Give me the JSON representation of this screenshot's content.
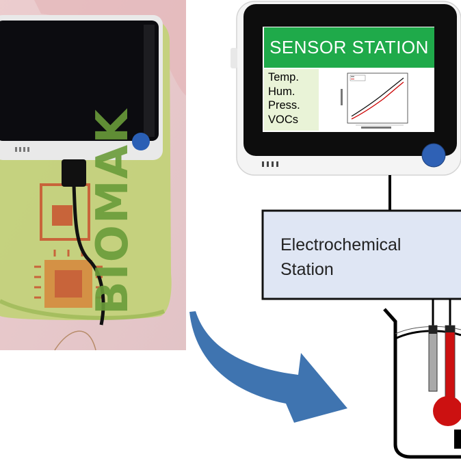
{
  "photo": {
    "brand_text": "BIOMAK",
    "colors": {
      "board": "#c3d27a",
      "brand": "#6a9c3a",
      "accent": "#c9522f",
      "button": "#2a5fb5"
    }
  },
  "device": {
    "screen_title": "SENSOR STATION",
    "measurements": [
      "Temp.",
      "Hum.",
      "Press.",
      "VOCs"
    ],
    "colors": {
      "title_bar": "#1faa4a",
      "list_panel": "#e9f3d7",
      "button": "#2f61b5"
    }
  },
  "electrochemical_station": {
    "label_line1": "Electrochemical",
    "label_line2": "Station",
    "fill": "#dfe6f4"
  },
  "arrow": {
    "color": "#3f74b0"
  },
  "electrodes": {
    "reference_color": "#a9a9a9",
    "working_color": "#cc1111"
  }
}
